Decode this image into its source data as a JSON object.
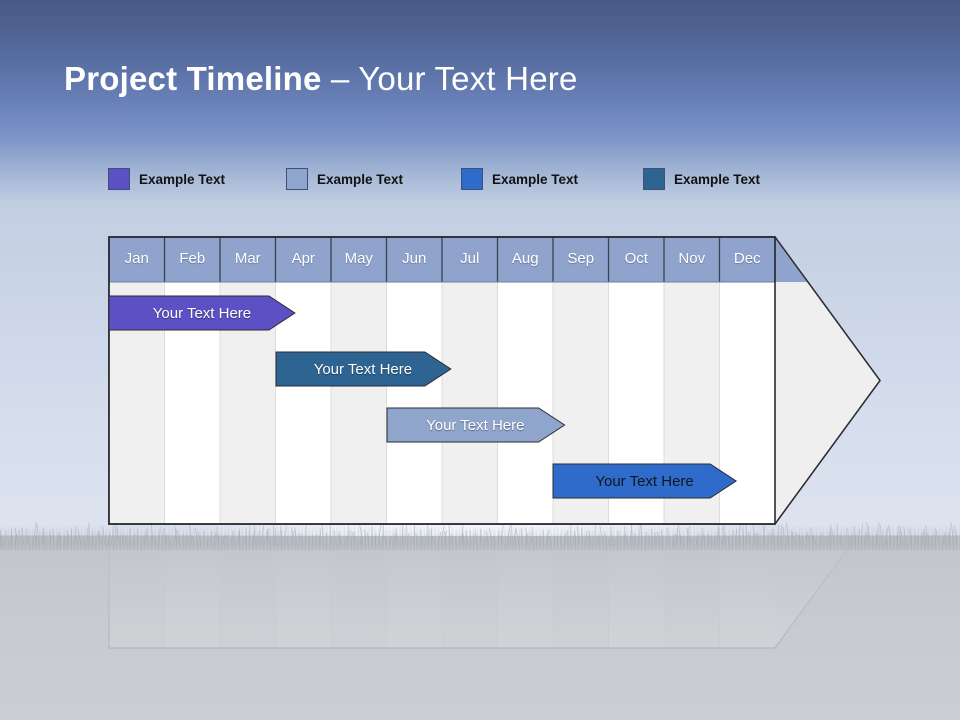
{
  "slide": {
    "title_bold": "Project Timeline",
    "title_separator": " – ",
    "title_light": "Your Text Here"
  },
  "legend": {
    "items": [
      {
        "label": "Example Text",
        "color": "#5b51c4",
        "x": 0
      },
      {
        "label": "Example Text",
        "color": "#8fa5cc",
        "x": 178
      },
      {
        "label": "Example Text",
        "color": "#2e6bcb",
        "x": 353
      },
      {
        "label": "Example Text",
        "color": "#2e6491",
        "x": 535
      }
    ]
  },
  "chart_data": {
    "type": "bar",
    "title": "Project Timeline",
    "xlabel": "",
    "ylabel": "",
    "grid": true,
    "legend_position": "top",
    "categories": [
      "Jan",
      "Feb",
      "Mar",
      "Apr",
      "May",
      "Jun",
      "Jul",
      "Aug",
      "Sep",
      "Oct",
      "Nov",
      "Dec"
    ],
    "series": [
      {
        "name": "Example Text",
        "label": "Your  Text Here",
        "color": "#5b51c4",
        "text_on": "dark",
        "start_month": 1,
        "end_month": 4.35
      },
      {
        "name": "Example Text",
        "label": "Your  Text Here",
        "color": "#2e6491",
        "text_on": "dark",
        "start_month": 4,
        "end_month": 7.15
      },
      {
        "name": "Example Text",
        "label": "Your  Text Here",
        "color": "#8fa5cc",
        "text_on": "dark",
        "start_month": 6,
        "end_month": 9.2
      },
      {
        "name": "Example Text",
        "label": "Your  Text Here",
        "color": "#2e6bcb",
        "text_on": "light",
        "start_month": 9,
        "end_month": 12.3
      }
    ]
  },
  "colors": {
    "header_band": "#8fa3cc",
    "column_light": "#f0f0f0",
    "column_white": "#ffffff",
    "arrow_body": "#efefef",
    "outline": "#2b2b33",
    "sky_top": "#475a87",
    "sky_bottom": "#c2cee2",
    "ground": "#c4c8cd"
  }
}
